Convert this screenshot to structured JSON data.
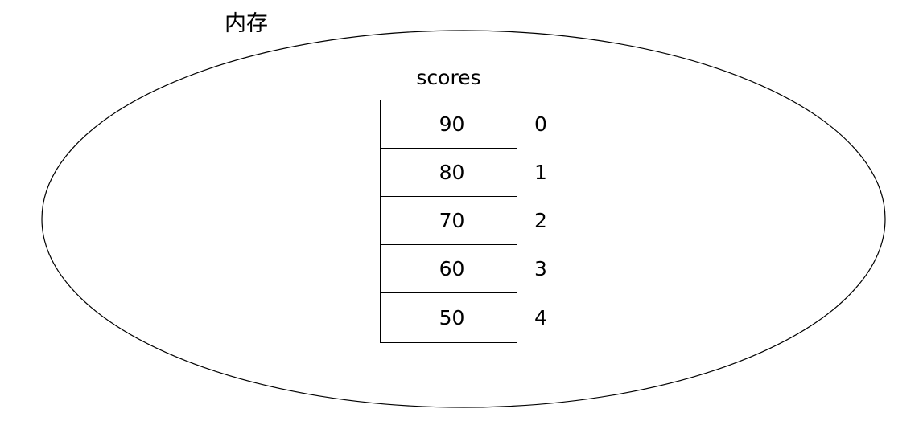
{
  "diagram": {
    "background_color": "#ffffff",
    "stroke_color": "#000000",
    "text_color": "#000000",
    "memory_region": {
      "label": "内存",
      "shape": "ellipse"
    },
    "array": {
      "name": "scores",
      "cells": [
        {
          "value": "90",
          "index": "0"
        },
        {
          "value": "80",
          "index": "1"
        },
        {
          "value": "70",
          "index": "2"
        },
        {
          "value": "60",
          "index": "3"
        },
        {
          "value": "50",
          "index": "4"
        }
      ]
    }
  }
}
